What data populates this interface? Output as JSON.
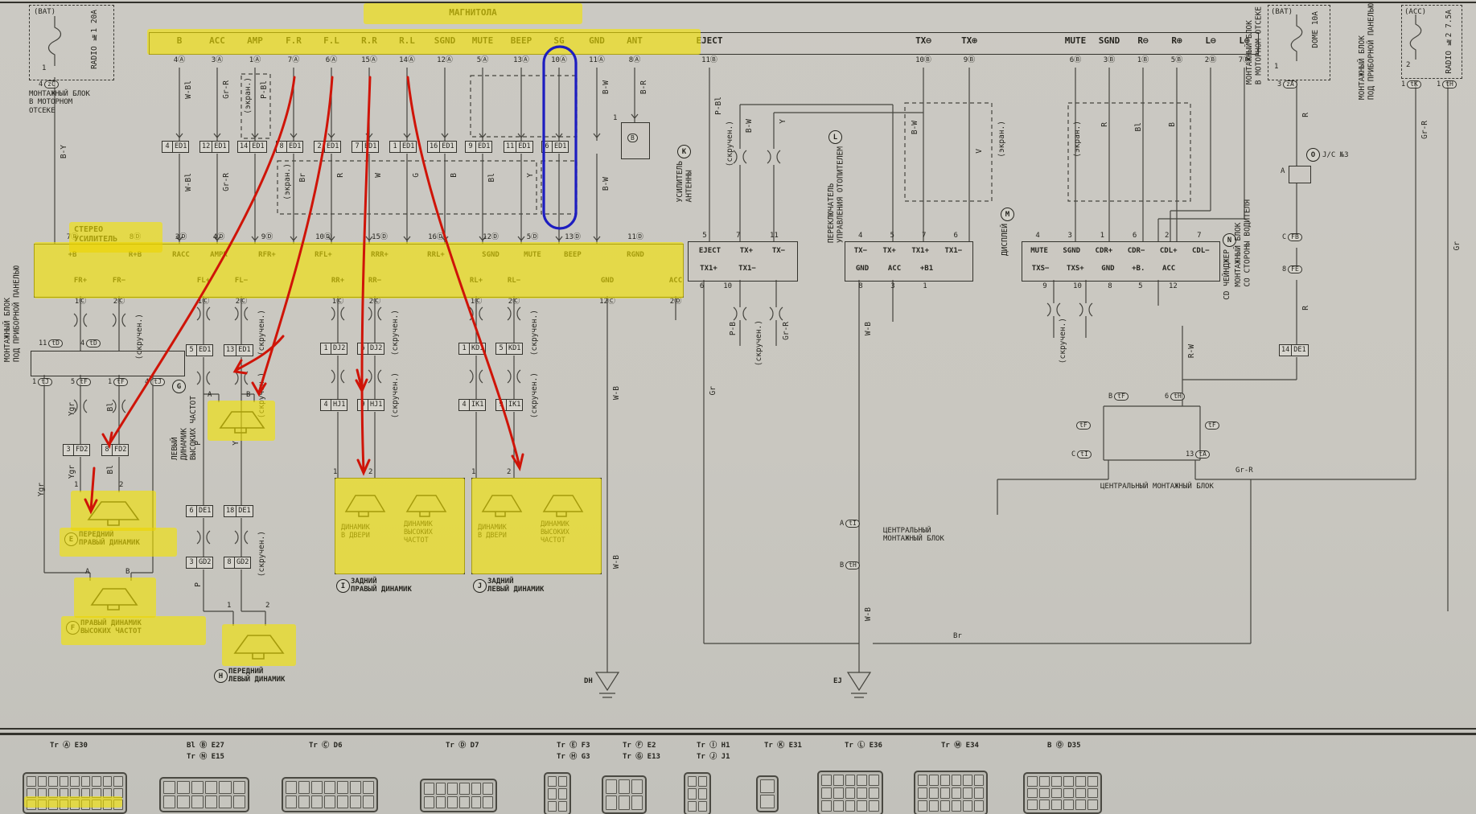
{
  "palette": {
    "paper": "#c9c7c0",
    "ink": "#26251f",
    "highlight": "#f0e400",
    "red_pen": "#cf1408",
    "blue_pen": "#1d1dc0"
  },
  "title": "МАГНИТОЛА",
  "annotations": {
    "red_marker_from_pins": [
      "F.R",
      "F.L",
      "R.R",
      "R.L"
    ],
    "blue_marker_around_pin": "SG"
  },
  "fuses": {
    "radio1": {
      "source": "(BAT)",
      "rating_label": "RADIO №1 20A",
      "pin_top": "1",
      "pin_bottom": "4",
      "pin_bottom_code": "zC"
    },
    "dome": {
      "source": "(BAT)",
      "rating_label": "DOME 10A",
      "pin_top": "1",
      "pin_bottom": "3",
      "pin_bottom_code": "zA"
    },
    "radio2": {
      "source": "(ACC)",
      "rating_label": "RADIO №2 7.5A",
      "pin_top": "2",
      "pin_bottom_left": "1",
      "pin_bottom_left_code": "tK",
      "pin_bottom_right": "1",
      "pin_bottom_right_code": "tH"
    }
  },
  "blocks": {
    "engine_left": "МОНТАЖНЫЙ БЛОК\nВ МОТОРНОМ\nОТСЕКЕ",
    "dash_left": "МОНТАЖНЫЙ БЛОК\nПОД ПРИБОРНОЙ ПАНЕЛЬЮ",
    "engine_right": "МОНТАЖНЫЙ БЛОК\nВ МОТОРНОМ ОТСЕКЕ",
    "dash_right": "МОНТАЖНЫЙ БЛОК\nПОД ПРИБОРНОЙ ПАНЕЛЬЮ",
    "driver": "МОНТАЖНЫЙ БЛОК\nСО СТОРОНЫ ВОДИТЕЛЯ",
    "central_right": "ЦЕНТРАЛЬНЫЙ МОНТАЖНЫЙ БЛОК",
    "central_mid": "ЦЕНТРАЛЬНЫЙ\nМОНТАЖНЫЙ БЛОК",
    "jc3": "J/C №3",
    "jc3_tag": "O",
    "jc3_pin": "A"
  },
  "radio": {
    "pins_a": [
      {
        "n": "B",
        "num": "4Ⓐ"
      },
      {
        "n": "ACC",
        "num": "3Ⓐ"
      },
      {
        "n": "AMP",
        "num": "1Ⓐ"
      },
      {
        "n": "F.R",
        "num": "7Ⓐ"
      },
      {
        "n": "F.L",
        "num": "6Ⓐ"
      },
      {
        "n": "R.R",
        "num": "15Ⓐ"
      },
      {
        "n": "R.L",
        "num": "14Ⓐ"
      },
      {
        "n": "SGND",
        "num": "12Ⓐ"
      },
      {
        "n": "MUTE",
        "num": "5Ⓐ"
      },
      {
        "n": "BEEP",
        "num": "13Ⓐ"
      },
      {
        "n": "SG",
        "num": "10Ⓐ"
      },
      {
        "n": "GND",
        "num": "11Ⓐ"
      },
      {
        "n": "ANT",
        "num": "8Ⓐ"
      }
    ],
    "eject": {
      "n": "EJECT",
      "num": "11Ⓑ"
    },
    "tx": [
      {
        "n": "TX⊖",
        "num": "10Ⓑ"
      },
      {
        "n": "TX⊕",
        "num": "9Ⓑ"
      }
    ],
    "pins_b": [
      {
        "n": "MUTE",
        "num": "6Ⓑ"
      },
      {
        "n": "SGND",
        "num": "3Ⓑ"
      },
      {
        "n": "R⊖",
        "num": "1Ⓑ"
      },
      {
        "n": "R⊕",
        "num": "5Ⓑ"
      },
      {
        "n": "L⊖",
        "num": "2Ⓑ"
      },
      {
        "n": "L⊕",
        "num": "7Ⓑ"
      }
    ]
  },
  "amp": {
    "label": "СТЕРЕО\nУСИЛИТЕЛЬ",
    "row1": [
      "+B",
      "R+B",
      "RACC",
      "AMPR",
      "RFR+",
      "RFL+",
      "RRR+",
      "RRL+",
      "SGND",
      "MUTE",
      "BEEP",
      "RGND"
    ],
    "row2": [
      "FR+",
      "FR−",
      "FL+",
      "FL−",
      "RR+",
      "RR−",
      "RL+",
      "RL−",
      "GND",
      "ACC"
    ],
    "nums_top": [
      "7Ⓓ",
      "8Ⓓ",
      "3Ⓓ",
      "4Ⓓ",
      "9Ⓓ",
      "10Ⓓ",
      "15Ⓓ",
      "16Ⓓ",
      "12Ⓓ",
      "5Ⓓ",
      "13Ⓓ",
      "11Ⓓ"
    ],
    "nums_bot": [
      "1Ⓒ",
      "2Ⓒ",
      "1Ⓒ",
      "2Ⓒ",
      "1Ⓒ",
      "2Ⓒ",
      "1Ⓒ",
      "2Ⓒ",
      "12Ⓒ",
      "2Ⓓ"
    ]
  },
  "ed1": {
    "code": "ED1",
    "nums": [
      "4",
      "12",
      "14",
      "8",
      "2",
      "7",
      "1",
      "16",
      "9",
      "11",
      "6"
    ]
  },
  "chain_boxes": {
    "fl_a": [
      {
        "num": "5",
        "code": "ED1"
      },
      {
        "num": "13",
        "code": "ED1"
      }
    ],
    "fl_b": [
      {
        "num": "6",
        "code": "DE1"
      },
      {
        "num": "18",
        "code": "DE1"
      }
    ],
    "fl_c": [
      {
        "num": "3",
        "code": "GD2"
      },
      {
        "num": "8",
        "code": "GD2"
      }
    ],
    "fr": [
      {
        "num": "3",
        "code": "FD2"
      },
      {
        "num": "8",
        "code": "FD2"
      }
    ],
    "rr_a": [
      {
        "num": "1",
        "code": "DJ2"
      },
      {
        "num": "6",
        "code": "DJ2"
      }
    ],
    "rr_b": [
      {
        "num": "4",
        "code": "HJ1"
      },
      {
        "num": "9",
        "code": "HJ1"
      }
    ],
    "rl_a": [
      {
        "num": "1",
        "code": "KD1"
      },
      {
        "num": "5",
        "code": "KD1"
      }
    ],
    "rl_b": [
      {
        "num": "4",
        "code": "IK1"
      },
      {
        "num": "9",
        "code": "IK1"
      }
    ],
    "drv": [
      {
        "num": "14",
        "code": "DE1"
      }
    ]
  },
  "dash_block": {
    "top": [
      {
        "num": "11",
        "code": "tD"
      },
      {
        "num": "4",
        "code": "tD"
      }
    ],
    "bot": [
      {
        "num": "1",
        "code": "tJ"
      },
      {
        "num": "5",
        "code": "tF"
      },
      {
        "num": "1",
        "code": "tF"
      },
      {
        "num": "4",
        "code": "tJ"
      }
    ]
  },
  "driver_pins": [
    {
      "num": "C",
      "code": "FB"
    },
    {
      "num": "8",
      "code": "FE"
    }
  ],
  "central_right_pins": [
    {
      "num": "B",
      "code": "tF"
    },
    {
      "num": "6",
      "code": "tH"
    },
    {
      "num": "",
      "code": "tF"
    },
    {
      "num": "",
      "code": "tF"
    },
    {
      "num": "C",
      "code": "tI"
    },
    {
      "num": "13",
      "code": "tA"
    }
  ],
  "central_mid_pins": [
    {
      "num": "A",
      "code": "tI"
    },
    {
      "num": "B",
      "code": "tH"
    }
  ],
  "antenna": {
    "tag": "K",
    "name": "УСИЛИТЕЛЬ\nАНТЕННЫ",
    "pin": "1",
    "code": "B"
  },
  "heater": {
    "tag": "L",
    "name": "ПЕРЕКЛЮЧАТЕЛЬ\nУПРАВЛЕНИЯ ОТОПИТЕЛЕМ",
    "row1": [
      "EJECT",
      "TX+",
      "TX−"
    ],
    "row2": [
      "TX1+",
      "TX1−"
    ],
    "top": [
      "5",
      "7",
      "11"
    ],
    "bot": [
      "6",
      "10"
    ]
  },
  "display": {
    "tag": "M",
    "name": "ДИСПЛЕЙ",
    "row1": [
      "TX−",
      "TX+",
      "TX1+",
      "TX1−"
    ],
    "row2": [
      "GND",
      "ACC",
      "+B1"
    ],
    "top": [
      "4",
      "5",
      "7",
      "6"
    ],
    "bot": [
      "8",
      "3",
      "1"
    ]
  },
  "cd": {
    "tag": "N",
    "name": "CD ЧЕЙНДЖЕР",
    "row1": [
      "MUTE",
      "SGND",
      "CDR+",
      "CDR−",
      "CDL+",
      "CDL−"
    ],
    "row2": [
      "TXS−",
      "TXS+",
      "GND",
      "+B.",
      "ACC"
    ],
    "top": [
      "4",
      "3",
      "1",
      "6",
      "2",
      "7"
    ],
    "bot": [
      "9",
      "10",
      "8",
      "5",
      "12"
    ]
  },
  "speakers": {
    "e": {
      "tag": "E",
      "name": "ПЕРЕДНИЙ\nПРАВЫЙ ДИНАМИК",
      "p1": "1",
      "p2": "2"
    },
    "f": {
      "tag": "F",
      "name": "ПРАВЫЙ ДИНАМИК\nВЫСОКИХ ЧАСТОТ",
      "p1": "A",
      "p2": "B"
    },
    "g": {
      "tag": "G",
      "name": "ЛЕВЫЙ\nДИНАМИК\nВЫСОКИХ ЧАСТОТ",
      "p1": "A",
      "p2": "B"
    },
    "h": {
      "tag": "H",
      "name": "ПЕРЕДНИЙ\nЛЕВЫЙ ДИНАМИК",
      "p1": "1",
      "p2": "2"
    },
    "i": {
      "tag": "I",
      "name": "ЗАДНИЙ\nПРАВЫЙ ДИНАМИК",
      "door": "ДИНАМИК\nВ ДВЕРИ",
      "tweeter": "ДИНАМИК\nВЫСОКИХ\nЧАСТОТ",
      "p1": "1",
      "p2": "2"
    },
    "j": {
      "tag": "J",
      "name": "ЗАДНИЙ\nЛЕВЫЙ ДИНАМИК",
      "door": "ДИНАМИК\nВ ДВЕРИ",
      "tweeter": "ДИНАМИК\nВЫСОКИХ\nЧАСТОТ",
      "p1": "1",
      "p2": "2"
    }
  },
  "wires": {
    "by": "B-Y",
    "wbl": "W-Bl",
    "grr": "Gr-R",
    "pbl": "P-Bl",
    "br": "Br",
    "r": "R",
    "w": "W",
    "g": "G",
    "b": "B",
    "bl": "Bl",
    "y": "Y",
    "bw": "B-W",
    "brd": "B-R",
    "pb": "P-B",
    "wb": "W-B",
    "rw": "R-W",
    "gr": "Gr",
    "ygr": "Ygr",
    "p": "P",
    "v": "V"
  },
  "notes": {
    "shield": "(экран.)",
    "twist": "(скручен.)"
  },
  "grounds": {
    "left": "DH",
    "right": "EJ"
  },
  "bottom_connectors": [
    {
      "l1": "Tr Ⓐ E30",
      "l2": ""
    },
    {
      "l1": "Bl Ⓑ E27",
      "l2": "Tr Ⓝ E15"
    },
    {
      "l1": "Tr Ⓒ D6",
      "l2": ""
    },
    {
      "l1": "Tr Ⓓ D7",
      "l2": ""
    },
    {
      "l1": "Tr Ⓔ F3",
      "l2": "Tr Ⓗ G3"
    },
    {
      "l1": "Tr Ⓕ E2",
      "l2": "Tr Ⓖ E13"
    },
    {
      "l1": "Tr Ⓘ H1",
      "l2": "Tr Ⓙ J1"
    },
    {
      "l1": "Tr Ⓚ E31",
      "l2": ""
    },
    {
      "l1": "Tr Ⓛ E36",
      "l2": ""
    },
    {
      "l1": "Tr Ⓜ E34",
      "l2": ""
    },
    {
      "l1": "B Ⓞ D35",
      "l2": ""
    }
  ]
}
